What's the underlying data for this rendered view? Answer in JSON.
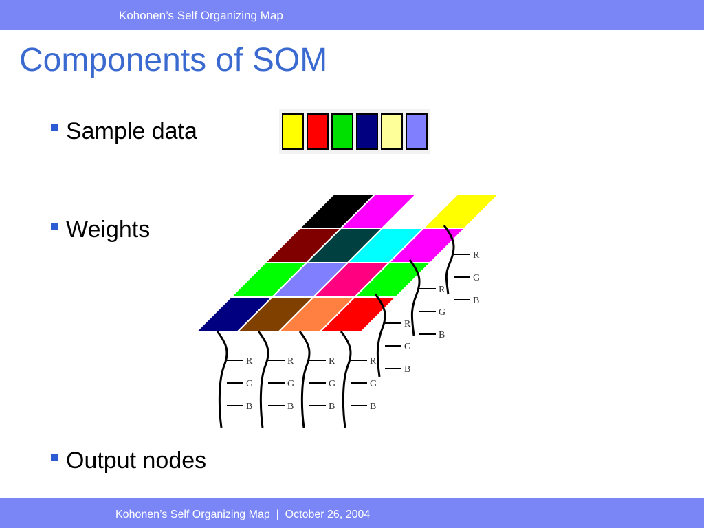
{
  "header": {
    "text": "Kohonen’s Self Organizing Map"
  },
  "title": "Components of SOM",
  "bullets": {
    "sample": "Sample data",
    "weights": "Weights",
    "output": "Output nodes"
  },
  "sample_colors": [
    "#ffff00",
    "#ff0000",
    "#00e000",
    "#000080",
    "#ffff99",
    "#8080ff"
  ],
  "grid_colors": [
    [
      "#000000",
      "#ff00ff",
      "#ffffff",
      "#ffff00"
    ],
    [
      "#800000",
      "#004040",
      "#00ffff",
      "#ff00ff"
    ],
    [
      "#00ff00",
      "#8080ff",
      "#ff0080",
      "#00ff00"
    ],
    [
      "#000080",
      "#804000",
      "#ff8040",
      "#ff0000"
    ]
  ],
  "weight_labels": [
    "R",
    "G",
    "B"
  ],
  "footer": {
    "title": "Kohonen’s Self Organizing Map",
    "separator": "|",
    "date": "October 26, 2004"
  }
}
